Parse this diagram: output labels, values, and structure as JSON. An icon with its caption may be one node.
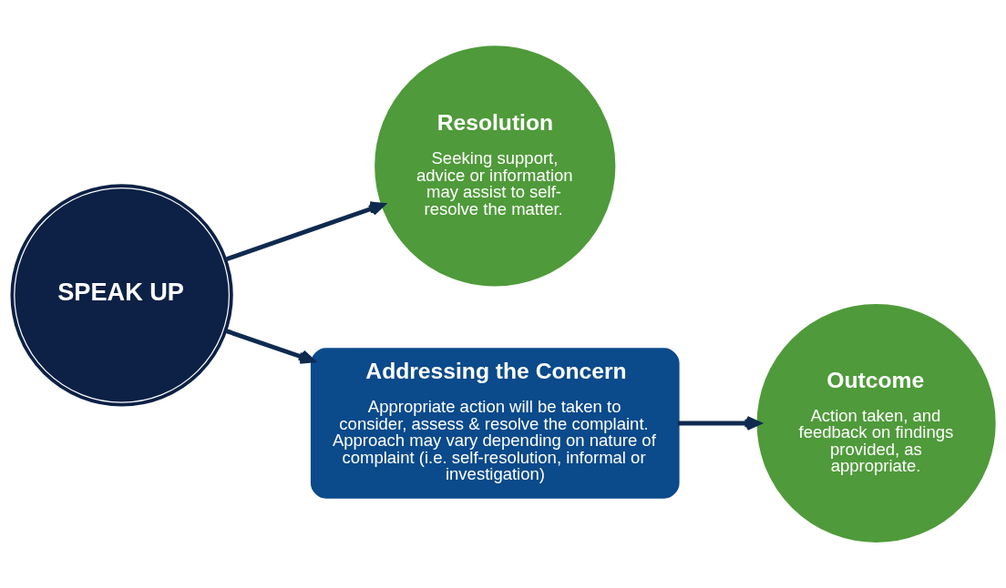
{
  "diagram": {
    "nodes": [
      {
        "text": [
          "SPEAK UP"
        ]
      },
      {
        "text": [
          "Resolution",
          "Seeking support, advice or information may assist to self-resolve the matter."
        ]
      },
      {
        "text": [
          "Outcome",
          "Action taken, and feedback on findings provided, as appropriate."
        ]
      },
      {
        "text": [
          "Addressing the Concern",
          "Appropriate action will be taken to consider, assess & resolve the complaint. Approach may vary depending on nature of complaint (i.e. self-resolution, informal or investigation)"
        ]
      }
    ],
    "edges": [
      {
        "from": 0,
        "to": 1,
        "arrow": "to"
      },
      {
        "from": 0,
        "to": 3,
        "arrow": "to"
      },
      {
        "from": 3,
        "to": 2,
        "arrow": "to"
      }
    ]
  }
}
